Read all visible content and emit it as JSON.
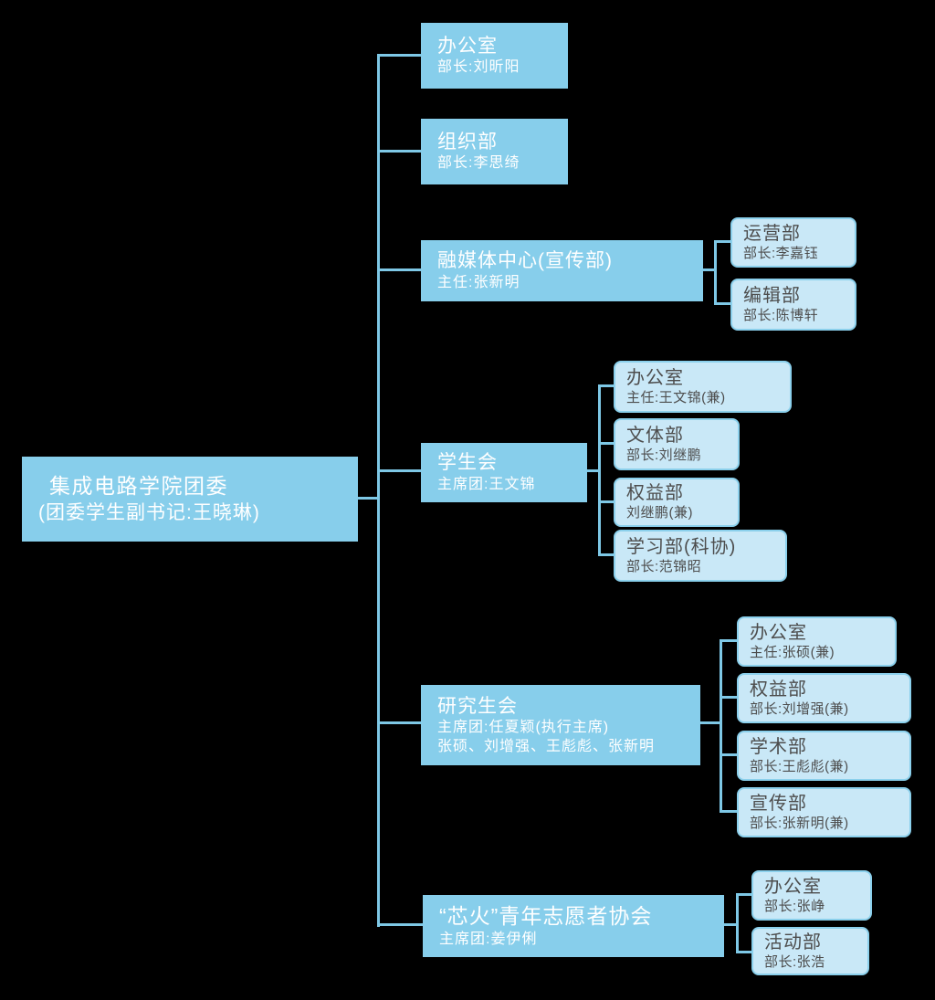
{
  "colors": {
    "background": "#000000",
    "node_fill": "#87CEEB",
    "node_text": "#FFFFFF",
    "leaf_fill": "#C9E8F7",
    "leaf_border": "#8BD0EC",
    "leaf_text": "#4D4D4D",
    "line": "#7EC8E6"
  },
  "root": {
    "title": "集成电路学院团委",
    "subtitle": "(团委学生副书记:王晓琳)"
  },
  "branches": [
    {
      "title": "办公室",
      "subtitle": "部长:刘昕阳",
      "children": []
    },
    {
      "title": "组织部",
      "subtitle": "部长:李思绮",
      "children": []
    },
    {
      "title": "融媒体中心(宣传部)",
      "subtitle": "主任:张新明",
      "children": [
        {
          "title": "运营部",
          "subtitle": "部长:李嘉钰"
        },
        {
          "title": "编辑部",
          "subtitle": "部长:陈博轩"
        }
      ]
    },
    {
      "title": "学生会",
      "subtitle": "主席团:王文锦",
      "children": [
        {
          "title": "办公室",
          "subtitle": "主任:王文锦(兼)"
        },
        {
          "title": "文体部",
          "subtitle": "部长:刘继鹏"
        },
        {
          "title": "权益部",
          "subtitle": "刘继鹏(兼)"
        },
        {
          "title": "学习部(科协)",
          "subtitle": "部长:范锦昭"
        }
      ]
    },
    {
      "title": "研究生会",
      "subtitle": "主席团:任夏颖(执行主席)",
      "subtitle2": "张硕、刘增强、王彪彪、张新明",
      "children": [
        {
          "title": "办公室",
          "subtitle": "主任:张硕(兼)"
        },
        {
          "title": "权益部",
          "subtitle": "部长:刘增强(兼)"
        },
        {
          "title": "学术部",
          "subtitle": "部长:王彪彪(兼)"
        },
        {
          "title": "宣传部",
          "subtitle": "部长:张新明(兼)"
        }
      ]
    },
    {
      "title": "“芯火”青年志愿者协会",
      "subtitle": "主席团:姜伊俐",
      "children": [
        {
          "title": "办公室",
          "subtitle": "部长:张峥"
        },
        {
          "title": "活动部",
          "subtitle": "部长:张浩"
        }
      ]
    }
  ]
}
